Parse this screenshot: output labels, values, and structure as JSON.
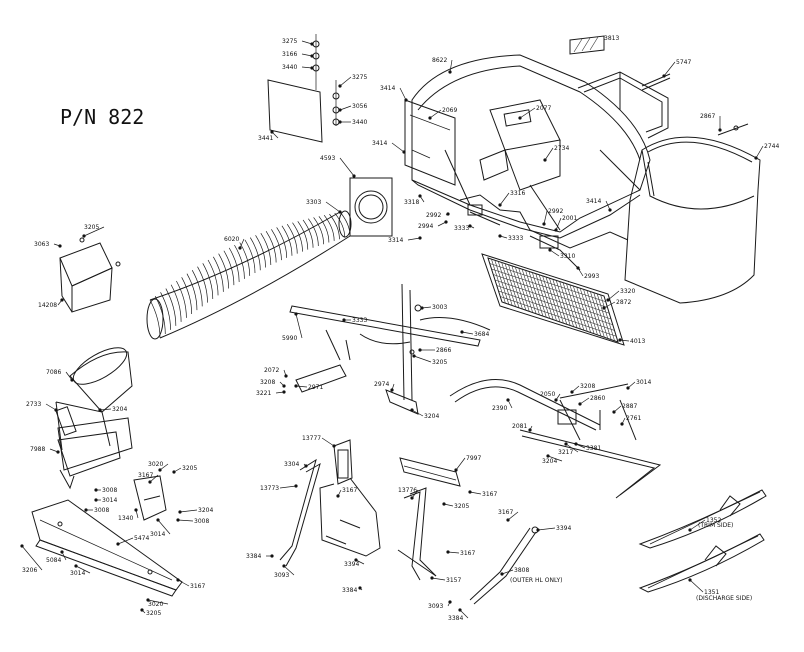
{
  "title": "P/N 822",
  "parts": [
    {
      "id": "p3813",
      "text": "3813"
    },
    {
      "id": "p8622",
      "text": "8622"
    },
    {
      "id": "p5747",
      "text": "5747"
    },
    {
      "id": "p3275a",
      "text": "3275"
    },
    {
      "id": "p3166",
      "text": "3166"
    },
    {
      "id": "p3440a",
      "text": "3440"
    },
    {
      "id": "p3275b",
      "text": "3275"
    },
    {
      "id": "p3056",
      "text": "3056"
    },
    {
      "id": "p3440b",
      "text": "3440"
    },
    {
      "id": "p3441",
      "text": "3441"
    },
    {
      "id": "p3414a",
      "text": "3414"
    },
    {
      "id": "p2069",
      "text": "2069"
    },
    {
      "id": "p2077",
      "text": "2077"
    },
    {
      "id": "p2867",
      "text": "2867"
    },
    {
      "id": "p2744",
      "text": "2744"
    },
    {
      "id": "p3414b",
      "text": "3414"
    },
    {
      "id": "p2734",
      "text": "2734"
    },
    {
      "id": "p4593",
      "text": "4593"
    },
    {
      "id": "p3303",
      "text": "3303"
    },
    {
      "id": "p3318",
      "text": "3318"
    },
    {
      "id": "p3316",
      "text": "3316"
    },
    {
      "id": "p2992a",
      "text": "2992"
    },
    {
      "id": "p2992b",
      "text": "2992"
    },
    {
      "id": "p2001",
      "text": "2001"
    },
    {
      "id": "p3414c",
      "text": "3414"
    },
    {
      "id": "p2994",
      "text": "2994"
    },
    {
      "id": "p3333a",
      "text": "3333"
    },
    {
      "id": "p3314",
      "text": "3314"
    },
    {
      "id": "p3310",
      "text": "3310"
    },
    {
      "id": "p2993",
      "text": "2993"
    },
    {
      "id": "p3333b",
      "text": "3333"
    },
    {
      "id": "p3205a",
      "text": "3205"
    },
    {
      "id": "p3063",
      "text": "3063"
    },
    {
      "id": "p14208",
      "text": "14208"
    },
    {
      "id": "p6020",
      "text": "6020"
    },
    {
      "id": "p3003",
      "text": "3003"
    },
    {
      "id": "p3333c",
      "text": "3333"
    },
    {
      "id": "p3320",
      "text": "3320"
    },
    {
      "id": "p2872",
      "text": "2872"
    },
    {
      "id": "p5990",
      "text": "5990"
    },
    {
      "id": "p3684",
      "text": "3684"
    },
    {
      "id": "p2866",
      "text": "2866"
    },
    {
      "id": "p3205b",
      "text": "3205"
    },
    {
      "id": "p4013",
      "text": "4013"
    },
    {
      "id": "p2072",
      "text": "2072"
    },
    {
      "id": "p3208a",
      "text": "3208"
    },
    {
      "id": "p3221",
      "text": "3221"
    },
    {
      "id": "p2971",
      "text": "2971"
    },
    {
      "id": "p2974",
      "text": "2974"
    },
    {
      "id": "p3208b",
      "text": "3208"
    },
    {
      "id": "p3014a",
      "text": "3014"
    },
    {
      "id": "p2050",
      "text": "2050"
    },
    {
      "id": "p2860",
      "text": "2860"
    },
    {
      "id": "p2887",
      "text": "2887"
    },
    {
      "id": "p2761",
      "text": "2761"
    },
    {
      "id": "p2390",
      "text": "2390"
    },
    {
      "id": "p7086",
      "text": "7086"
    },
    {
      "id": "p3204a",
      "text": "3204"
    },
    {
      "id": "p2733",
      "text": "2733"
    },
    {
      "id": "p3204b",
      "text": "3204"
    },
    {
      "id": "p2081",
      "text": "2081"
    },
    {
      "id": "p3217",
      "text": "3217"
    },
    {
      "id": "p3381",
      "text": "3381"
    },
    {
      "id": "p3204c",
      "text": "3204"
    },
    {
      "id": "p7988",
      "text": "7988"
    },
    {
      "id": "p13777",
      "text": "13777"
    },
    {
      "id": "p7997",
      "text": "7997"
    },
    {
      "id": "p3304a",
      "text": "3304"
    },
    {
      "id": "p3020",
      "text": "3020"
    },
    {
      "id": "p3205c",
      "text": "3205"
    },
    {
      "id": "p3167a",
      "text": "3167"
    },
    {
      "id": "p3008a",
      "text": "3008"
    },
    {
      "id": "p3014b",
      "text": "3014"
    },
    {
      "id": "p13773",
      "text": "13773"
    },
    {
      "id": "p3167b",
      "text": "3167"
    },
    {
      "id": "p3167c",
      "text": "3167"
    },
    {
      "id": "p13776",
      "text": "13776"
    },
    {
      "id": "p3205d",
      "text": "3205"
    },
    {
      "id": "p3008b",
      "text": "3008"
    },
    {
      "id": "p1340",
      "text": "1340"
    },
    {
      "id": "p3014c",
      "text": "3014"
    },
    {
      "id": "p3204d",
      "text": "3204"
    },
    {
      "id": "p3008c",
      "text": "3008"
    },
    {
      "id": "p3167d",
      "text": "3167"
    },
    {
      "id": "p3394a",
      "text": "3394"
    },
    {
      "id": "p5474",
      "text": "5474"
    },
    {
      "id": "p3206",
      "text": "3206"
    },
    {
      "id": "p3384a",
      "text": "3384"
    },
    {
      "id": "p3093a",
      "text": "3093"
    },
    {
      "id": "p5084",
      "text": "5084"
    },
    {
      "id": "p3014d",
      "text": "3014"
    },
    {
      "id": "p3167e",
      "text": "3167"
    },
    {
      "id": "p3394b",
      "text": "3394"
    },
    {
      "id": "p3167f",
      "text": "3167"
    },
    {
      "id": "p3384b",
      "text": "3384"
    },
    {
      "id": "p3157",
      "text": "3157"
    },
    {
      "id": "p3808",
      "text": "3808"
    },
    {
      "id": "p3093b",
      "text": "3093"
    },
    {
      "id": "p3384c",
      "text": "3384"
    },
    {
      "id": "p1352",
      "text": "1352"
    },
    {
      "id": "p1351",
      "text": "1351"
    },
    {
      "id": "p3020b",
      "text": "3020"
    },
    {
      "id": "p3205e",
      "text": "3205"
    }
  ],
  "notes": {
    "trim_side": "(TRIM SIDE)",
    "discharge_side": "(DISCHARGE SIDE)",
    "outer_hl_only": "(OUTER HL ONLY)"
  }
}
